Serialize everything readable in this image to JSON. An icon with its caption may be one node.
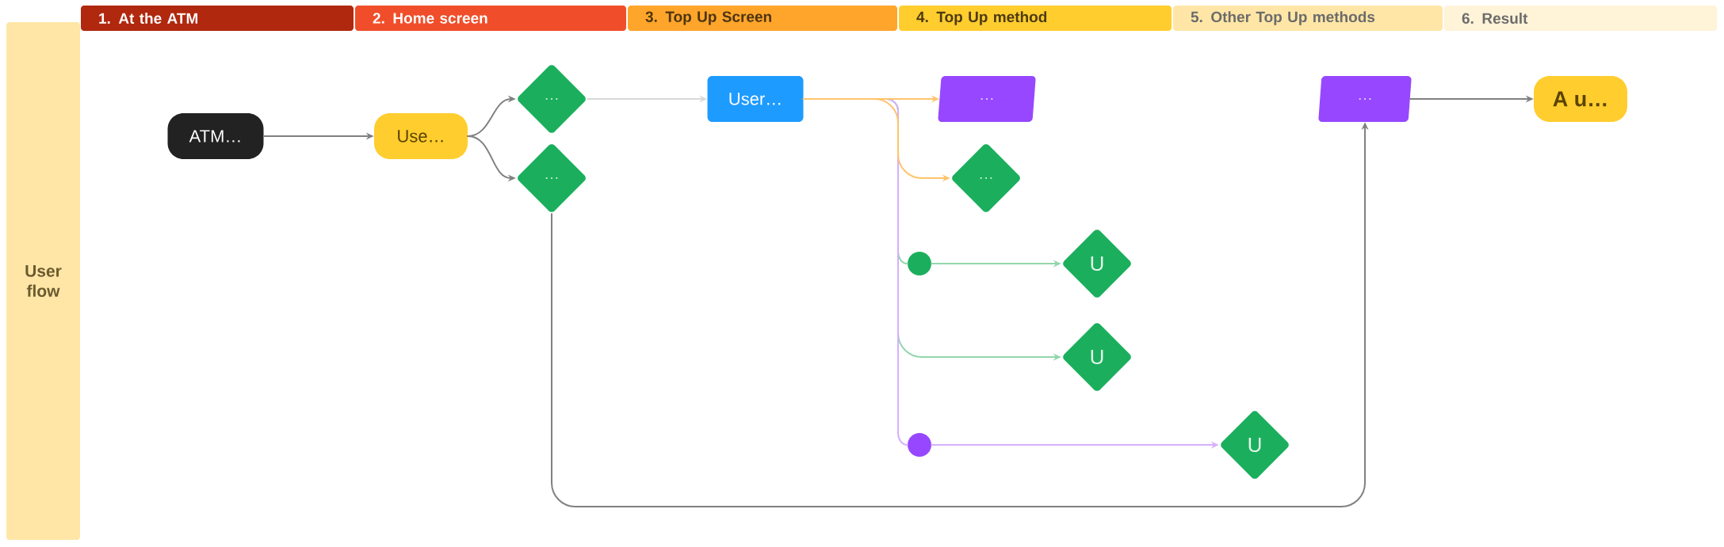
{
  "diagram": {
    "nodes": [
      {
        "text": [
          "1. At the ATM"
        ]
      },
      {
        "text": [
          "2. Home screen"
        ]
      },
      {
        "text": [
          "3. Top Up Screen"
        ]
      },
      {
        "text": [
          "4. Top Up method"
        ]
      },
      {
        "text": [
          "5. Other Top Up methods"
        ]
      },
      {
        "text": [
          "6. Result"
        ]
      },
      {
        "text": [
          "User flow"
        ]
      },
      {
        "text": [
          "ATM…"
        ]
      },
      {
        "text": [
          "Use…"
        ]
      },
      {
        "text": [
          "…"
        ]
      },
      {
        "text": [
          "…"
        ]
      },
      {
        "text": [
          "User…"
        ]
      },
      {
        "text": [
          "…"
        ]
      },
      {
        "text": [
          "…"
        ]
      },
      {
        "text": [],
        "shape": "circle"
      },
      {
        "text": [
          "U"
        ]
      },
      {
        "text": [
          "U"
        ]
      },
      {
        "text": [],
        "shape": "circle"
      },
      {
        "text": [
          "U"
        ]
      },
      {
        "text": [
          "…"
        ]
      },
      {
        "text": [
          "A u…"
        ]
      }
    ],
    "edges": [
      {
        "from": 7,
        "to": 8,
        "arrow": "to"
      },
      {
        "from": 8,
        "to": 9,
        "arrow": "to"
      },
      {
        "from": 8,
        "to": 10,
        "arrow": "to"
      },
      {
        "from": 9,
        "to": 11,
        "arrow": "to",
        "color": "#d9d9d9"
      },
      {
        "from": 11,
        "to": 12,
        "arrow": "to",
        "color": "#ffc46b"
      },
      {
        "from": 11,
        "to": 13,
        "arrow": "to",
        "color": "#ffc46b"
      },
      {
        "from": 11,
        "to": 14,
        "arrow": "none",
        "color": "#93d6ac"
      },
      {
        "from": 14,
        "to": 15,
        "arrow": "to",
        "color": "#93d6ac"
      },
      {
        "from": 11,
        "to": 16,
        "arrow": "to",
        "color": "#93d6ac"
      },
      {
        "from": 11,
        "to": 17,
        "arrow": "none",
        "color": "#d6b0ff"
      },
      {
        "from": 17,
        "to": 18,
        "arrow": "to",
        "color": "#d6b0ff"
      },
      {
        "from": 10,
        "to": 19,
        "arrow": "to"
      },
      {
        "from": 19,
        "to": 20,
        "arrow": "to"
      }
    ]
  }
}
